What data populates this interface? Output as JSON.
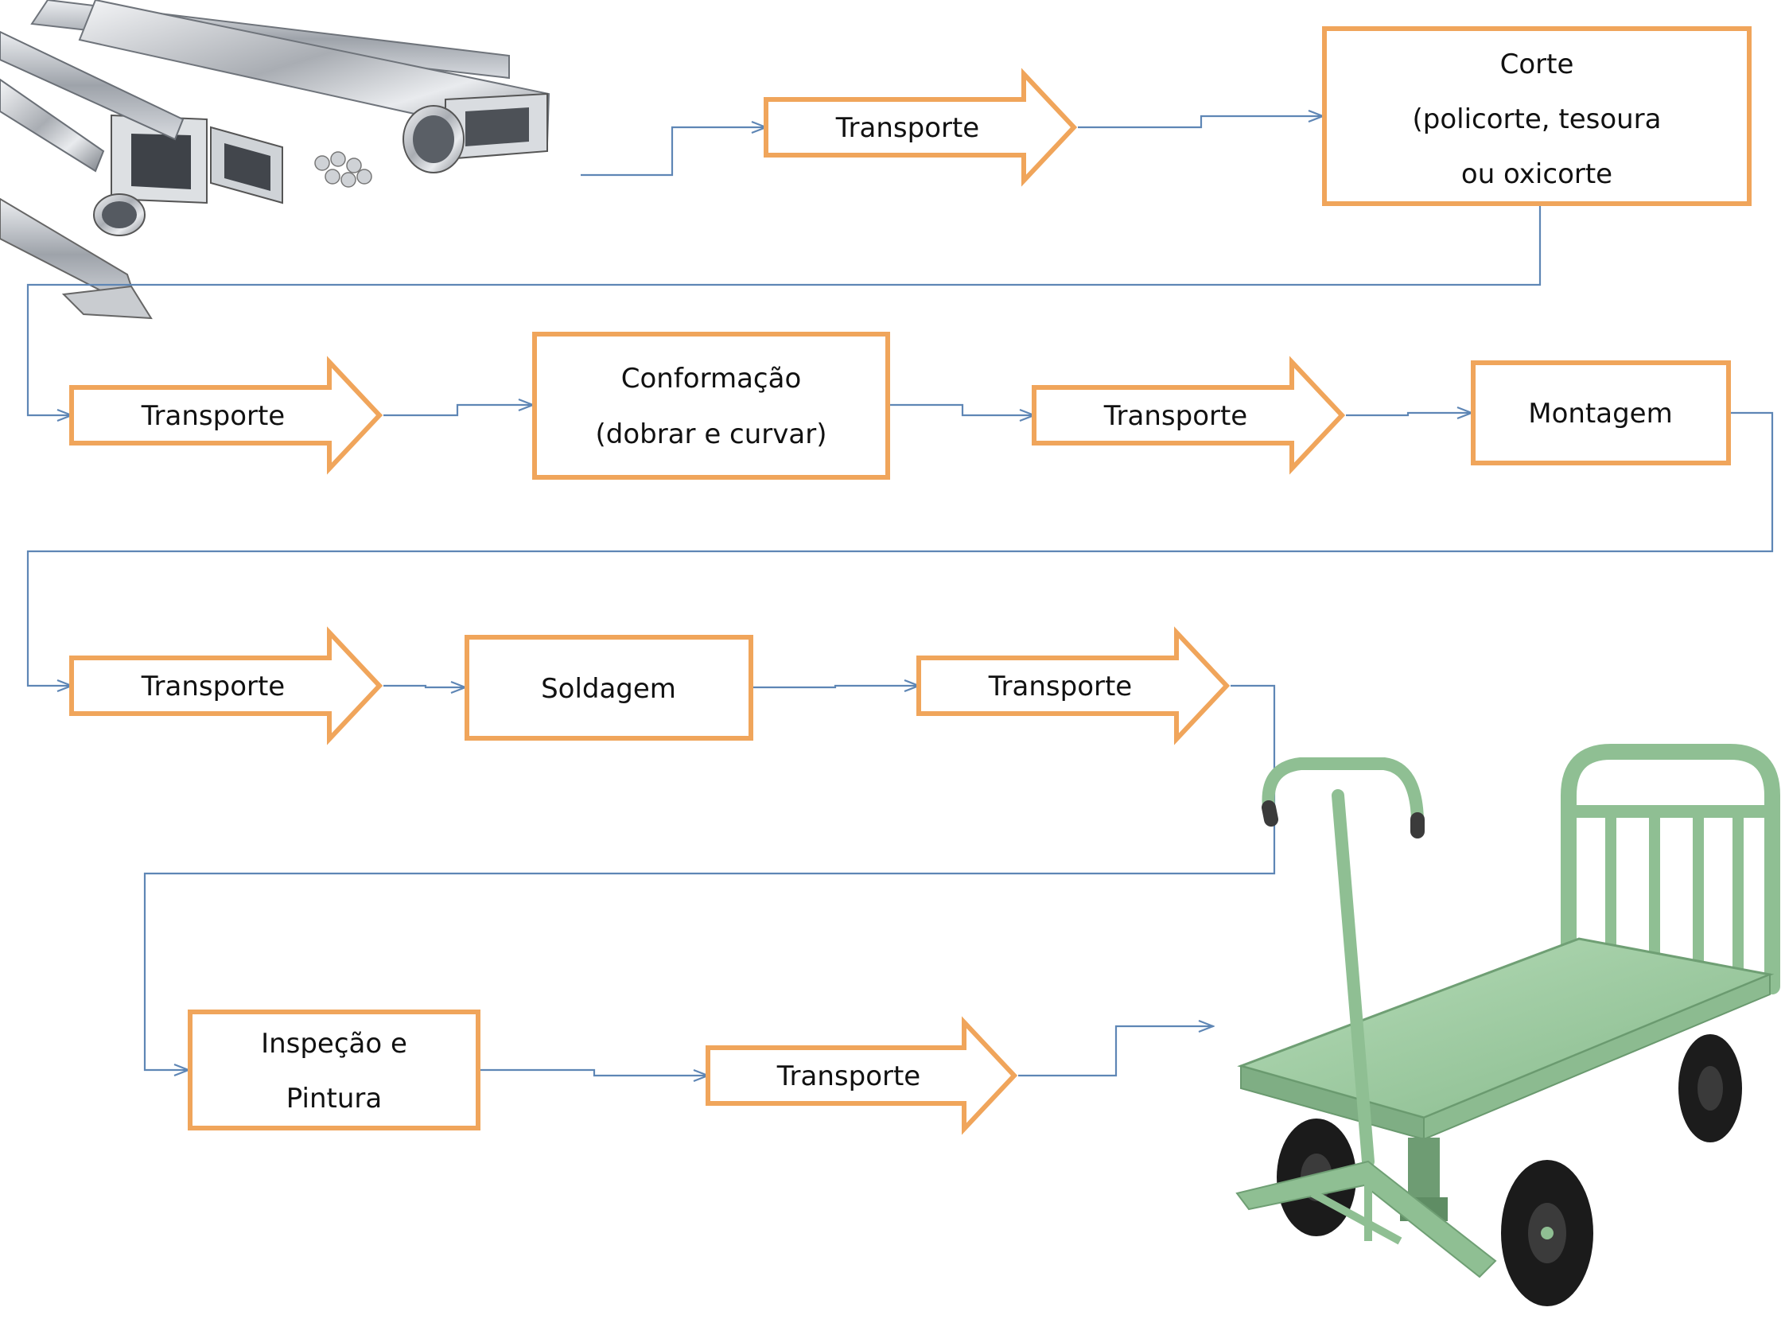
{
  "colors": {
    "box_border": "#F0A55B",
    "connector": "#5E86B5",
    "text": "#111111",
    "cart_green": "#9CC9A0",
    "metal": "#BFC3C8"
  },
  "images": {
    "raw_material": "metal tubes and profiles",
    "final_product": "green platform hand cart"
  },
  "steps": {
    "transport_1": "Transporte",
    "cut": [
      "Corte",
      "(policorte, tesoura",
      "ou oxicorte"
    ],
    "transport_2": "Transporte",
    "forming": [
      "Conformação",
      "(dobrar e curvar)"
    ],
    "transport_3": "Transporte",
    "assembly": "Montagem",
    "transport_4": "Transporte",
    "welding": "Soldagem",
    "transport_5": "Transporte",
    "inspection": [
      "Inspeção e",
      "Pintura"
    ],
    "transport_6": "Transporte"
  }
}
